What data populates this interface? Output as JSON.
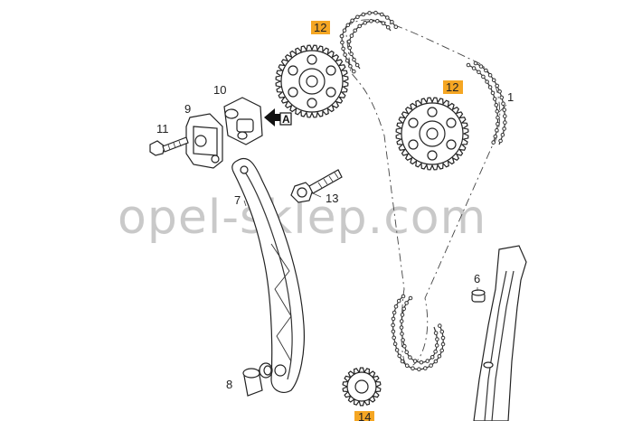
{
  "diagram": {
    "watermark": "opel-sklep.com",
    "view_letter": "A",
    "highlight_color": "#f5a623",
    "callouts": {
      "c1": "1",
      "c6": "6",
      "c7": "7",
      "c8": "8",
      "c9": "9",
      "c10": "10",
      "c11": "11",
      "c12a": "12",
      "c12b": "12",
      "c13": "13",
      "c14": "14"
    }
  }
}
